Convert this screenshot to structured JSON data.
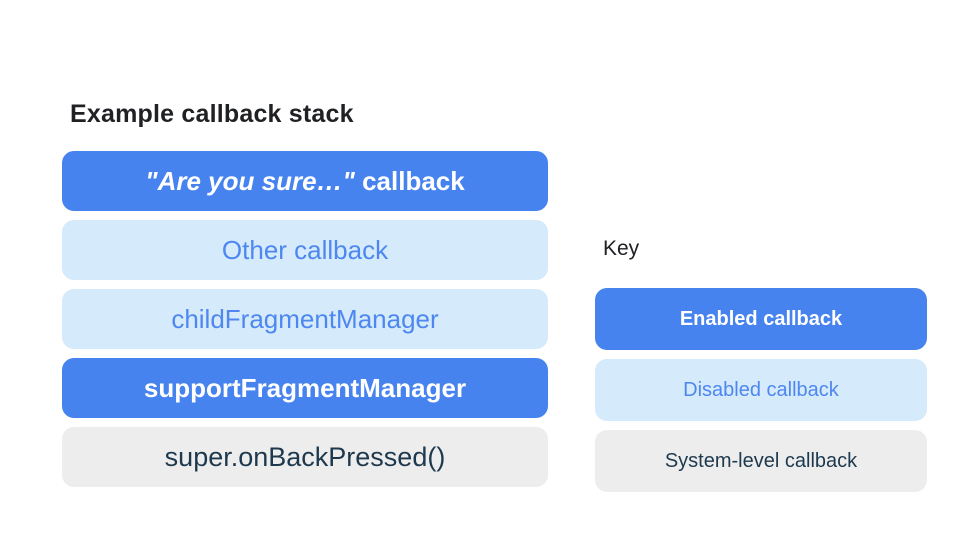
{
  "stack": {
    "title": "Example callback stack",
    "items": [
      {
        "label_italic": "\"Are you sure…\"",
        "label_rest": " callback",
        "type": "enabled"
      },
      {
        "label": "Other callback",
        "type": "disabled"
      },
      {
        "label": "childFragmentManager",
        "type": "disabled"
      },
      {
        "label": "supportFragmentManager",
        "type": "enabled"
      },
      {
        "label": "super.onBackPressed()",
        "type": "system"
      }
    ]
  },
  "key": {
    "title": "Key",
    "items": [
      {
        "label": "Enabled callback",
        "type": "enabled"
      },
      {
        "label": "Disabled callback",
        "type": "disabled"
      },
      {
        "label": "System-level callback",
        "type": "system"
      }
    ]
  },
  "colors": {
    "page_bg": "#FFFFFF",
    "heading_text": "#202124",
    "enabled_bg": "#4683EE",
    "enabled_text": "#FFFFFF",
    "disabled_bg": "#D5EAFB",
    "disabled_text": "#4D87EF",
    "system_bg": "#EDEDED",
    "system_text": "#1E394E"
  }
}
